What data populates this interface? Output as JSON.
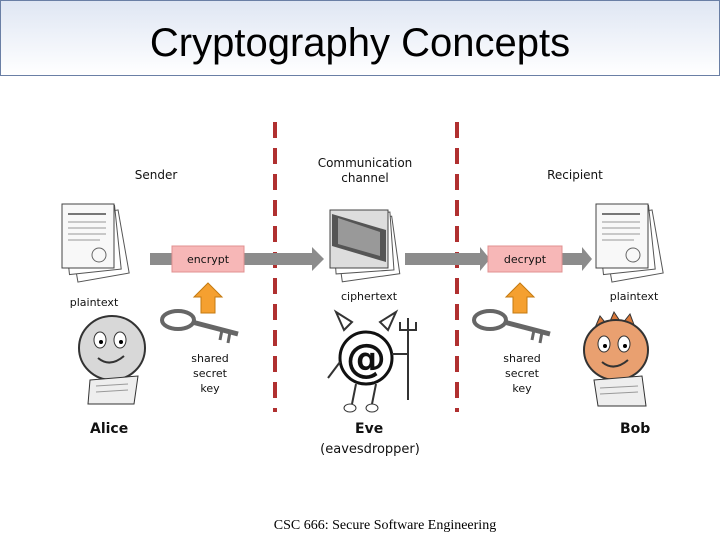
{
  "title": "Cryptography Concepts",
  "labels": {
    "sender": "Sender",
    "channel": "Communication channel",
    "recipient": "Recipient",
    "encrypt": "encrypt",
    "decrypt": "decrypt",
    "plaintext_left": "plaintext",
    "ciphertext": "ciphertext",
    "plaintext_right": "plaintext",
    "key_left": [
      "shared",
      "secret",
      "key"
    ],
    "key_right": [
      "shared",
      "secret",
      "key"
    ],
    "alice": "Alice",
    "eve": "Eve",
    "eve_sub": "(eavesdropper)",
    "bob": "Bob"
  },
  "footer": "CSC 666: Secure Software Engineering",
  "colors": {
    "encrypt_box": "#f7b7b7",
    "decrypt_box": "#f7b7b7",
    "up_arrow": "#f5a030",
    "dash": "#b03030",
    "arrow": "#8c8c8c"
  }
}
